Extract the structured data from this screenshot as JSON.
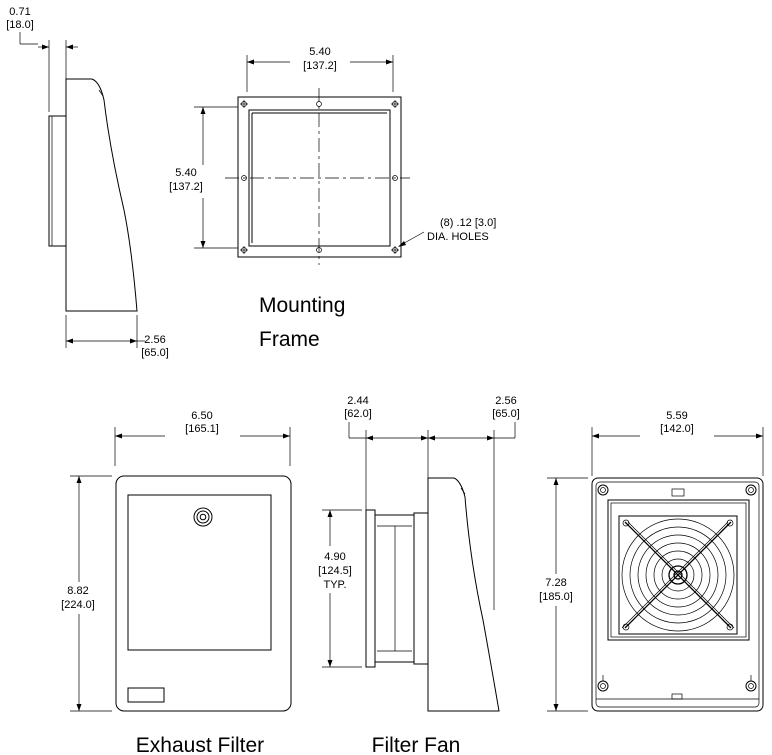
{
  "side_view": {
    "depth_in": "0.71",
    "depth_mm": "[18.0]",
    "width_in": "2.56",
    "width_mm": "[65.0]"
  },
  "mounting_frame": {
    "width_in": "5.40",
    "width_mm": "[137.2]",
    "height_in": "5.40",
    "height_mm": "[137.2]",
    "holes_line1": "(8) .12 [3.0]",
    "holes_line2": "DIA. HOLES",
    "title_line1": "Mounting",
    "title_line2": "Frame"
  },
  "exhaust_filter": {
    "width_in": "6.50",
    "width_mm": "[165.1]",
    "height_in": "8.82",
    "height_mm": "[224.0]",
    "caption": "Exhaust Filter"
  },
  "filter_fan_side": {
    "dim_a_in": "2.44",
    "dim_a_mm": "[62.0]",
    "dim_b_in": "2.56",
    "dim_b_mm": "[65.0]",
    "height_in": "4.90",
    "height_mm": "[124.5]",
    "height_note": "TYP.",
    "caption": "Filter Fan"
  },
  "filter_fan_front": {
    "width_in": "5.59",
    "width_mm": "[142.0]",
    "height_in": "7.28",
    "height_mm": "[185.0]"
  }
}
